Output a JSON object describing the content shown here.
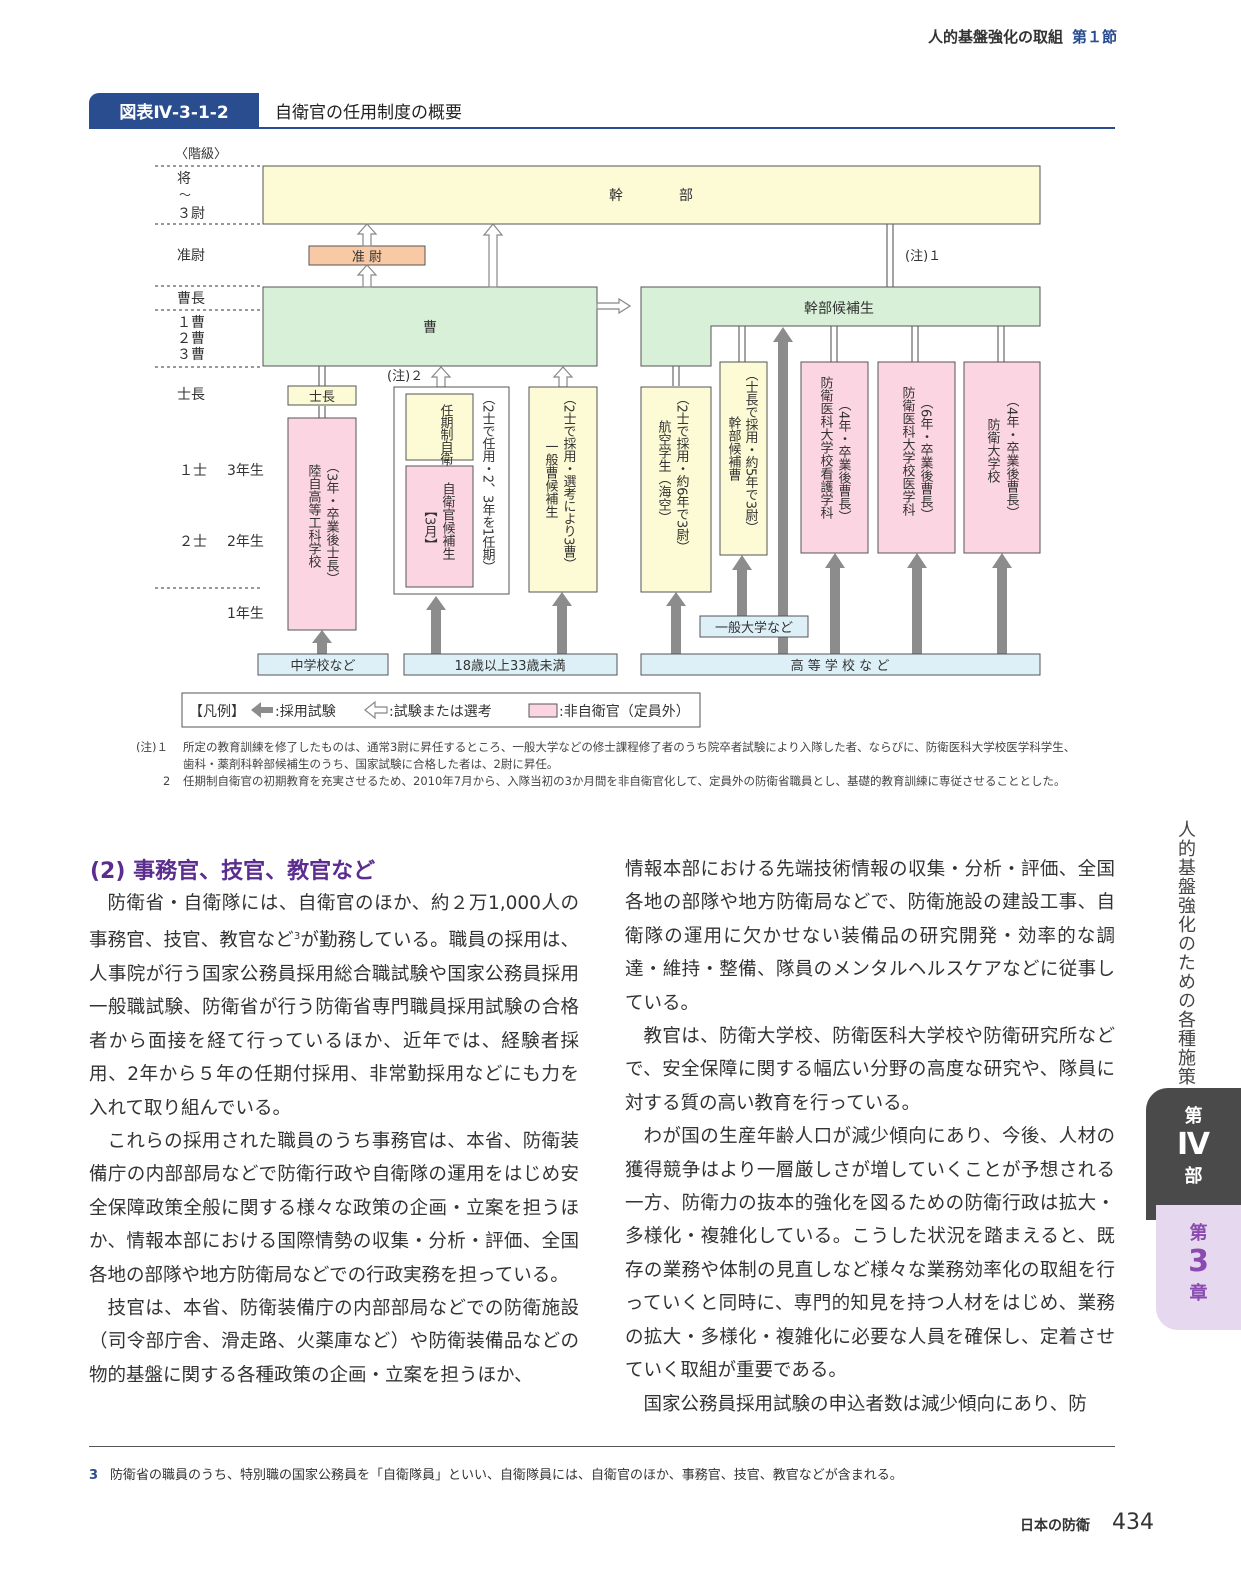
{
  "header": {
    "chapter_title": "人的基盤強化の取組",
    "section": "第１節"
  },
  "figure": {
    "badge": "図表Ⅳ-3-1-2",
    "title": "自衛官の任用制度の概要",
    "rank_header": "〈階級〉",
    "ranks": {
      "shou": "将",
      "tilde": "～",
      "sani": "３尉",
      "junni": "准尉",
      "socho": "曹長",
      "sou1": "１曹",
      "sou2": "２曹",
      "sou3": "３曹",
      "shicho": "士長",
      "shi1": "１士",
      "shi2": "２士",
      "year3": "3年生",
      "year2": "2年生",
      "year1": "1年生"
    },
    "boxes": {
      "kanbu": "幹　　　　部",
      "junni": "准 尉",
      "sou": "曹",
      "kanbu_kouho": "幹部候補生",
      "shicho": "士長",
      "kosen": "陸自高等工科学校",
      "kosen_note": "（3年・卒業後士長）",
      "ninki": "任期制自衛官",
      "kouhosei": "自衛官候補生",
      "kouhosei_note": "【3月】",
      "ninki_note": "（2士で任用・2、3年を1任期）",
      "ippan_sou": "一般曹候補生",
      "ippan_sou_note": "（2士で採用・選考により3曹）",
      "koku": "航空学生（海空）",
      "koku_note": "（2士で採用・約6年で3尉）",
      "kanbu_sou": "幹部候補曹",
      "kanbu_sou_note": "（士長で採用・約5年で3尉）",
      "kango": "防衛医科大学校看護学科",
      "kango_note": "（4年・卒業後曹長）",
      "igaku": "防衛医科大学校医学科",
      "igaku_note": "（6年・卒業後曹長）",
      "bodai": "防衛大学校",
      "bodai_note": "（4年・卒業後曹長）",
      "ippan_daigaku": "一般大学など",
      "chugakko": "中学校など",
      "age": "18歳以上33歳未満",
      "koko": "高 等 学 校 な ど"
    },
    "notes_inline": {
      "n1": "(注)１",
      "n2": "(注)２"
    },
    "legend": {
      "head": "【凡例】",
      "exam": ":採用試験",
      "select": ":試験または選考",
      "nonsdf": ":非自衛官（定員外）"
    },
    "footnotes": [
      {
        "label": "(注)１",
        "text": "所定の教育訓練を修了したものは、通常3尉に昇任するところ、一般大学などの修士課程修了者のうち院卒者試験により入隊した者、ならびに、防衛医科大学校医学科学生、歯科・薬剤科幹部候補生のうち、国家試験に合格した者は、2尉に昇任。"
      },
      {
        "label": "2",
        "text": "任期制自衛官の初期教育を充実させるため、2010年7月から、入隊当初の3か月間を非自衛官化して、定員外の防衛省職員とし、基礎的教育訓練に専従させることとした。"
      }
    ]
  },
  "section": {
    "heading": "(2) 事務官、技官、教官など"
  },
  "body": {
    "left": [
      {
        "text": "防衛省・自衛隊には、自衛官のほか、約２万1,000人の事務官、技官、教官など",
        "sup": "3",
        "text2": "が勤務している。職員の採用は、人事院が行う国家公務員採用総合職試験や国家公務員採用一般職試験、防衛省が行う防衛省専門職員採用試験の合格者から面接を経て行っているほか、近年では、経験者採用、2年から５年の任期付採用、非常勤採用などにも力を入れて取り組んでいる。"
      },
      {
        "text": "これらの採用された職員のうち事務官は、本省、防衛装備庁の内部部局などで防衛行政や自衛隊の運用をはじめ安全保障政策全般に関する様々な政策の企画・立案を担うほか、情報本部における国際情勢の収集・分析・評価、全国各地の部隊や地方防衛局などでの行政実務を担っている。"
      },
      {
        "text": "技官は、本省、防衛装備庁の内部部局などでの防衛施設（司令部庁舎、滑走路、火薬庫など）や防衛装備品などの物的基盤に関する各種政策の企画・立案を担うほか、"
      }
    ],
    "right": [
      {
        "text": "情報本部における先端技術情報の収集・分析・評価、全国各地の部隊や地方防衛局などで、防衛施設の建設工事、自衛隊の運用に欠かせない装備品の研究開発・効率的な調達・維持・整備、隊員のメンタルヘルスケアなどに従事している。"
      },
      {
        "text": "教官は、防衛大学校、防衛医科大学校や防衛研究所などで、安全保障に関する幅広い分野の高度な研究や、隊員に対する質の高い教育を行っている。"
      },
      {
        "text": "わが国の生産年齢人口が減少傾向にあり、今後、人材の獲得競争はより一層厳しさが増していくことが予想される一方、防衛力の抜本的強化を図るための防衛行政は拡大・多様化・複雑化している。こうした状況を踏まえると、既存の業務や体制の見直しなど様々な業務効率化の取組を行っていくと同時に、専門的知見を持つ人材をはじめ、業務の拡大・多様化・複雑化に必要な人員を確保し、定着させていく取組が重要である。"
      },
      {
        "text": "国家公務員採用試験の申込者数は減少傾向にあり、防"
      }
    ]
  },
  "side": {
    "vertical": "人的基盤強化のための各種施策",
    "part_dai": "第",
    "part_num": "Ⅳ",
    "part_bu": "部",
    "chap_dai": "第",
    "chap_num": "3",
    "chap_sho": "章"
  },
  "footnote": {
    "num": "3",
    "text": "防衛省の職員のうち、特別職の国家公務員を「自衛隊員」といい、自衛隊員には、自衛官のほか、事務官、技官、教官などが含まれる。"
  },
  "footer": {
    "publication": "日本の防衛",
    "page": "434"
  }
}
